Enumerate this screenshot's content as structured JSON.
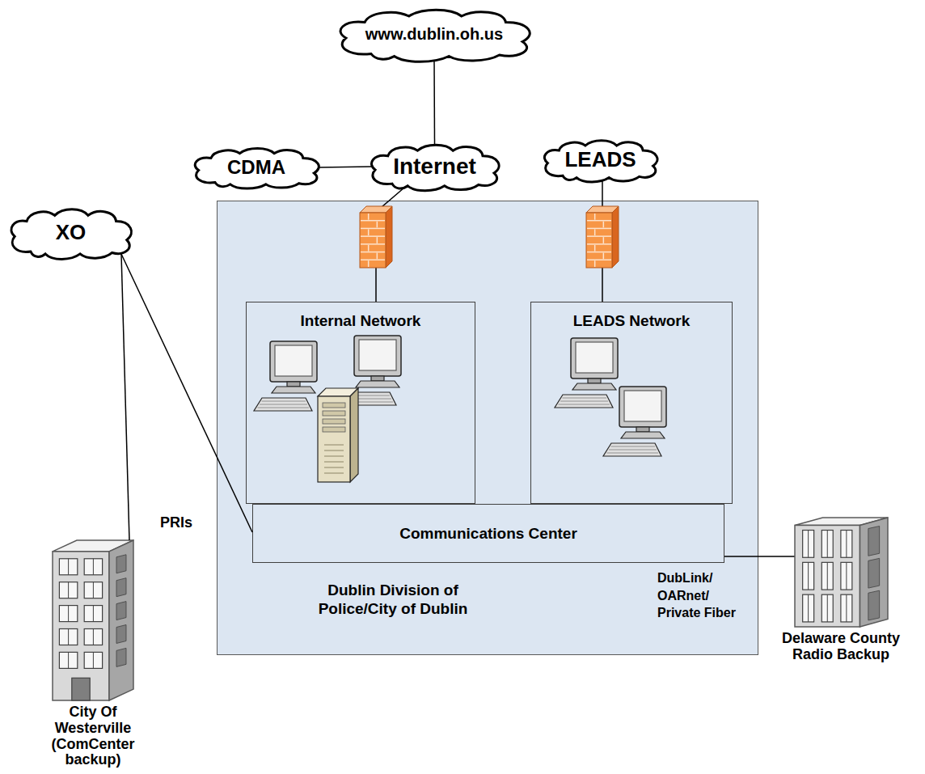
{
  "diagram": {
    "nodes": [
      {
        "text": [
          "www.dublin.oh.us"
        ]
      },
      {
        "text": [
          "CDMA"
        ]
      },
      {
        "text": [
          "Internet"
        ]
      },
      {
        "text": [
          "LEADS"
        ]
      },
      {
        "text": [
          "Dublin Division of Police/City of Dublin",
          "DubLink/ OARnet/ Private Fiber"
        ]
      },
      {
        "text": [
          "Internal Network"
        ],
        "in": 4
      },
      {
        "text": [
          "LEADS Network"
        ],
        "in": 4
      },
      {
        "text": [
          "Communications Center"
        ],
        "in": 4
      },
      {
        "text": [
          "XO"
        ]
      },
      {
        "text": [
          "City Of Westerville (ComCenter backup)"
        ]
      },
      {
        "text": [
          "Delaware County Radio Backup"
        ]
      }
    ],
    "edges": [
      {
        "from": 0,
        "to": 2,
        "arrow": "none"
      },
      {
        "from": 1,
        "to": 2,
        "arrow": "none"
      },
      {
        "from": 2,
        "to": 5,
        "arrow": "none"
      },
      {
        "from": 3,
        "to": 6,
        "arrow": "none"
      },
      {
        "from": 8,
        "to": 7,
        "label": "PRIs",
        "arrow": "none"
      },
      {
        "from": 8,
        "to": 9,
        "arrow": "none"
      },
      {
        "from": 7,
        "to": 10,
        "arrow": "none"
      }
    ]
  }
}
